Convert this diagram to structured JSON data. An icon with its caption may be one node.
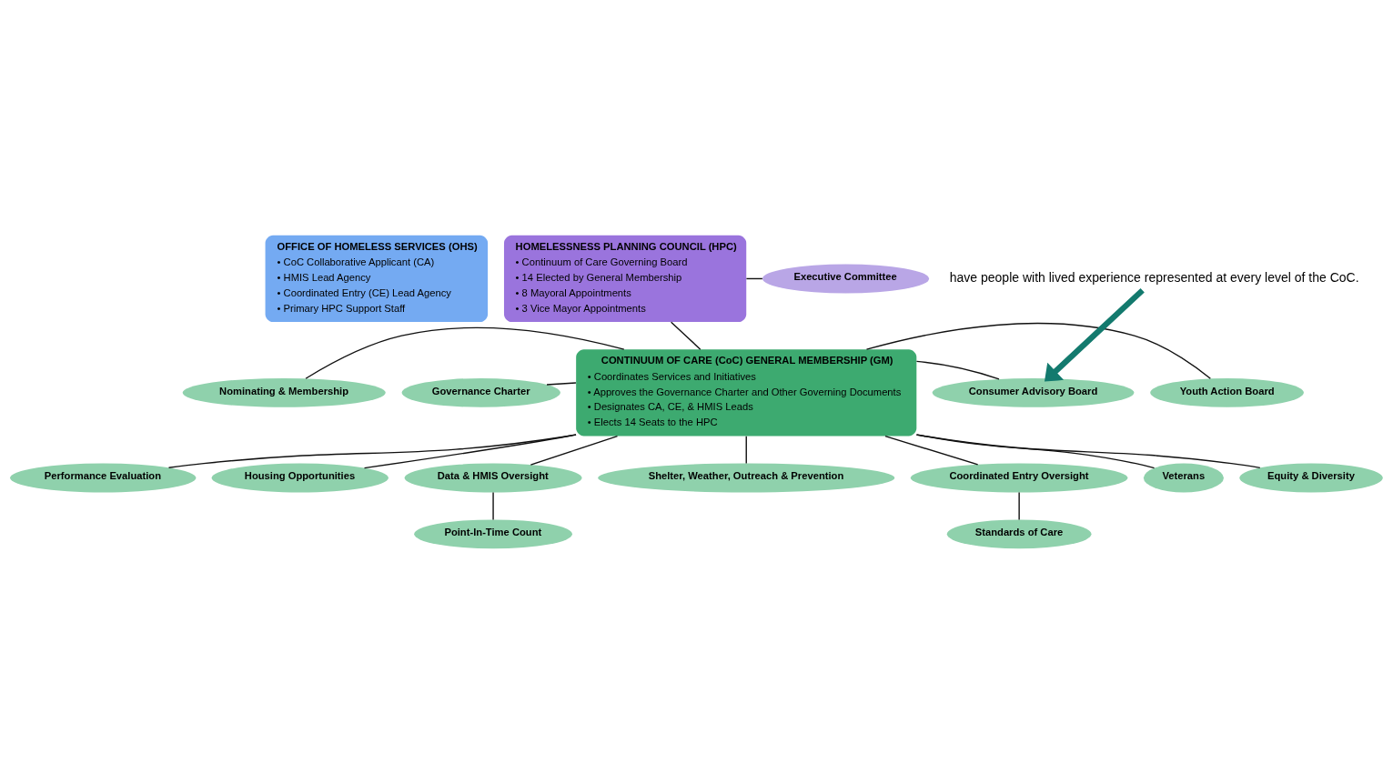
{
  "diagram": {
    "nodes": [
      {
        "text": [
          "OFFICE OF HOMELESS SERVICES (OHS)",
          "• CoC Collaborative Applicant (CA)",
          "• HMIS Lead Agency",
          "• Coordinated Entry (CE) Lead Agency",
          "• Primary HPC Support Staff"
        ]
      },
      {
        "text": [
          "HOMELESSNESS PLANNING COUNCIL (HPC)",
          "• Continuum of Care Governing Board",
          "• 14 Elected by General Membership",
          "• 8 Mayoral Appointments",
          "• 3 Vice Mayor Appointments"
        ]
      },
      {
        "text": [
          "Executive Committee"
        ]
      },
      {
        "text": [
          "CONTINUUM OF CARE (CoC) GENERAL MEMBERSHIP (GM)",
          "• Coordinates Services and Initiatives",
          "• Approves the Governance Charter and Other Governing Documents",
          "• Designates CA, CE, & HMIS Leads",
          "• Elects 14 Seats to the HPC"
        ]
      },
      {
        "text": [
          "Governance Charter"
        ]
      },
      {
        "text": [
          "Nominating & Membership"
        ]
      },
      {
        "text": [
          "Performance Evaluation"
        ]
      },
      {
        "text": [
          "Housing Opportunities"
        ]
      },
      {
        "text": [
          "Point-In-Time Count"
        ]
      },
      {
        "text": [
          "Data & HMIS Oversight"
        ]
      },
      {
        "text": [
          "Shelter, Weather, Outreach & Prevention"
        ]
      },
      {
        "text": [
          "Coordinated Entry Oversight"
        ]
      },
      {
        "text": [
          "Standards of Care"
        ]
      },
      {
        "text": [
          "Veterans"
        ]
      },
      {
        "text": [
          "Equity & Diversity"
        ]
      },
      {
        "text": [
          "Youth Action Board"
        ]
      },
      {
        "text": [
          "Consumer Advisory Board"
        ]
      },
      {
        "text": [
          "have people with lived experience represented at every level of the CoC."
        ]
      }
    ],
    "edges": [
      {
        "from": 1,
        "to": 2,
        "arrow": "none"
      },
      {
        "from": 1,
        "to": 3,
        "arrow": "none"
      },
      {
        "from": 3,
        "to": 4,
        "arrow": "none"
      },
      {
        "from": 3,
        "to": 5,
        "arrow": "none"
      },
      {
        "from": 3,
        "to": 6,
        "arrow": "none"
      },
      {
        "from": 3,
        "to": 7,
        "arrow": "none"
      },
      {
        "from": 3,
        "to": 9,
        "arrow": "none"
      },
      {
        "from": 9,
        "to": 8,
        "arrow": "none"
      },
      {
        "from": 3,
        "to": 10,
        "arrow": "none"
      },
      {
        "from": 3,
        "to": 11,
        "arrow": "none"
      },
      {
        "from": 11,
        "to": 12,
        "arrow": "none"
      },
      {
        "from": 3,
        "to": 13,
        "arrow": "none"
      },
      {
        "from": 3,
        "to": 14,
        "arrow": "none"
      },
      {
        "from": 3,
        "to": 15,
        "arrow": "none"
      },
      {
        "from": 3,
        "to": 16,
        "arrow": "none"
      },
      {
        "from": 17,
        "to": 16,
        "arrow": "to",
        "style": "thick",
        "color": "#137a6e"
      }
    ]
  }
}
